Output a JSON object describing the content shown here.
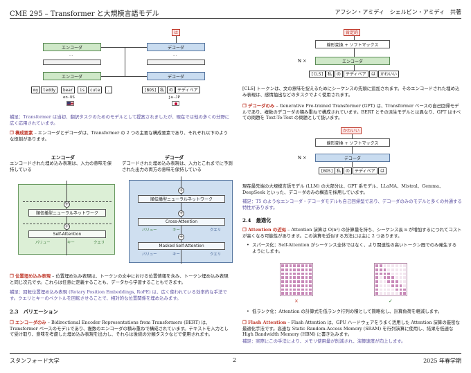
{
  "header": {
    "left": "CME 295 – Transformer と大規模言語モデル",
    "right": "アフシン・アミディ　シェルビン・アミディ　共著"
  },
  "footer": {
    "left": "スタンフォード大学",
    "center": "2",
    "right": "2025 年春学期"
  },
  "left": {
    "fig1": {
      "encoder": "エンコーダ",
      "dots": "...",
      "decoder": "デコーダ",
      "src_tokens": [
        "my",
        "teddy",
        "bear",
        "is",
        "cute",
        "."
      ],
      "src_lang": "en-US",
      "tgt_tokens": [
        "[BOS]",
        "私",
        "の",
        "テディベア"
      ],
      "tgt_lang": "ja-JP",
      "out_token": "は"
    },
    "note1": "補足：Transformer は当初、翻訳タスクのためのモデルとして提案されましたが、現在では他の多くの分野に広く応用されています。",
    "components_head": "❐ 構成要素",
    "components_text": " – エンコーダとデコーダは、Transformer の 2 つの主要な構成要素であり、それぞれ以下のような役割があります。",
    "enc_title": "エンコーダ",
    "enc_desc": "エンコードされた埋め込み表現は、入力の意味を保持している",
    "dec_title": "デコーダ",
    "dec_desc": "デコードされた埋め込み表現は、入力とこれまでに予測された出力の両方の意味を保持している",
    "ffn": "順伝播型ニューラルネットワーク",
    "self_attn": "Self-Attention",
    "cross_attn": "Cross-Attention",
    "masked_attn": "Masked Self-Attention",
    "value": "バリュー",
    "key": "キー",
    "query": "クエリ",
    "posemb_head": "❐ 位置埋め込み表現",
    "posemb_text": " – 位置埋め込み表現は、トークンの文中における位置情報を含み、トークン埋め込み表現と同じ次元です。これらは任意に定義することも、データから学習することもできます。",
    "note2": "補足：回転位置埋め込み表現 (Rotary Position Embeddings, RoPE) は、広く使われている効率的な手法です。クエリとキーのベクトルを回転させることで、相対的な位置関係を埋め込みます。",
    "sec23": "2.3　バリエーション",
    "enc_only_head": "❐ エンコーダのみ",
    "enc_only_text": " – Bidirectional Encoder Representations from Transformers (BERT) は、Transformer ベースのモデルであり、複数のエンコーダの積み重ねで構成されています。テキストを入力として受け取り、意味を考慮した埋め込み表現を出力し、それらは後続の分類タスクなどで使用されます。"
  },
  "right": {
    "fig2": {
      "label_top": "肯定的",
      "linear": "線形変換 + ソフトマックス",
      "encoder": "エンコーダ",
      "nx": "N ×",
      "tokens": [
        "[CLS]",
        "私",
        "の",
        "テディベア",
        "は",
        "かわいい"
      ]
    },
    "cls_text": "[CLS] トークンは、文の意味を捉えるためにシーケンスの先頭に追加されます。そのエンコードされた埋め込み表現は、感情抽出などのタスクでよく使用されます。",
    "dec_only_head": "❐ デコーダのみ",
    "dec_only_text": " – Generative Pre-trained Transformer (GPT) は、Transformer ベースの自己回帰モデルであり、複数のデコーダの積み重ねで構成されています。BERT とその派生モデルとは異なり、GPT はすべての問題を Text-To-Text の問題として扱います。",
    "fig3": {
      "label_top": "かわいい",
      "linear": "線形変換 + ソフトマックス",
      "decoder": "デコーダ",
      "nx": "N ×",
      "tokens": [
        "[BOS]",
        "私",
        "の",
        "テディベア",
        "は"
      ]
    },
    "llm_text": "現在最先端の大規模言語モデル (LLM) の大部分は、GPT 系モデル、LLaMA、Mistral、Gemma、DeepSeek といった、デコーダのみの構造を採用しています。",
    "note3": "補足：T5 のようなエンコーダ・デコーダモデルも自己回帰型であり、デコーダのみのモデルと多くの共通する特性があります。",
    "sec24": "2.4　最適化",
    "approx_head": "❐ Attention の近似",
    "approx_text": " – Attention 演算は O(n²) の計算量を持ち、シーケンス長 n が増加するにつれてコストが高くなる可能性があります。この演算を近似する方法には主に 2 つあります。",
    "bullet1": "スパース化：Self-Attention がシーケンス全体ではなく、より関連性の高いトークン間でのみ発生するようにします。",
    "mark_x": "×",
    "mark_check": "✓",
    "bullet2": "低ランク化：Attention の計算式を低ランク行列の積として簡略化し、計算負荷を軽減します。",
    "flash_head": "❐ Flash Attention",
    "flash_text": " – Flash Attention は、GPU ハードウェアをうまく活用した Attention 演算の厳密な最適化手法です。高速な Static Random-Access Memory (SRAM) を行列演算に使用し、結果を低速な High Bandwidth Memory (HBM) に書き込みます。",
    "note4": "補足：実際にこの手法により、メモリ使用量が削減され、演算速度が向上します。"
  }
}
